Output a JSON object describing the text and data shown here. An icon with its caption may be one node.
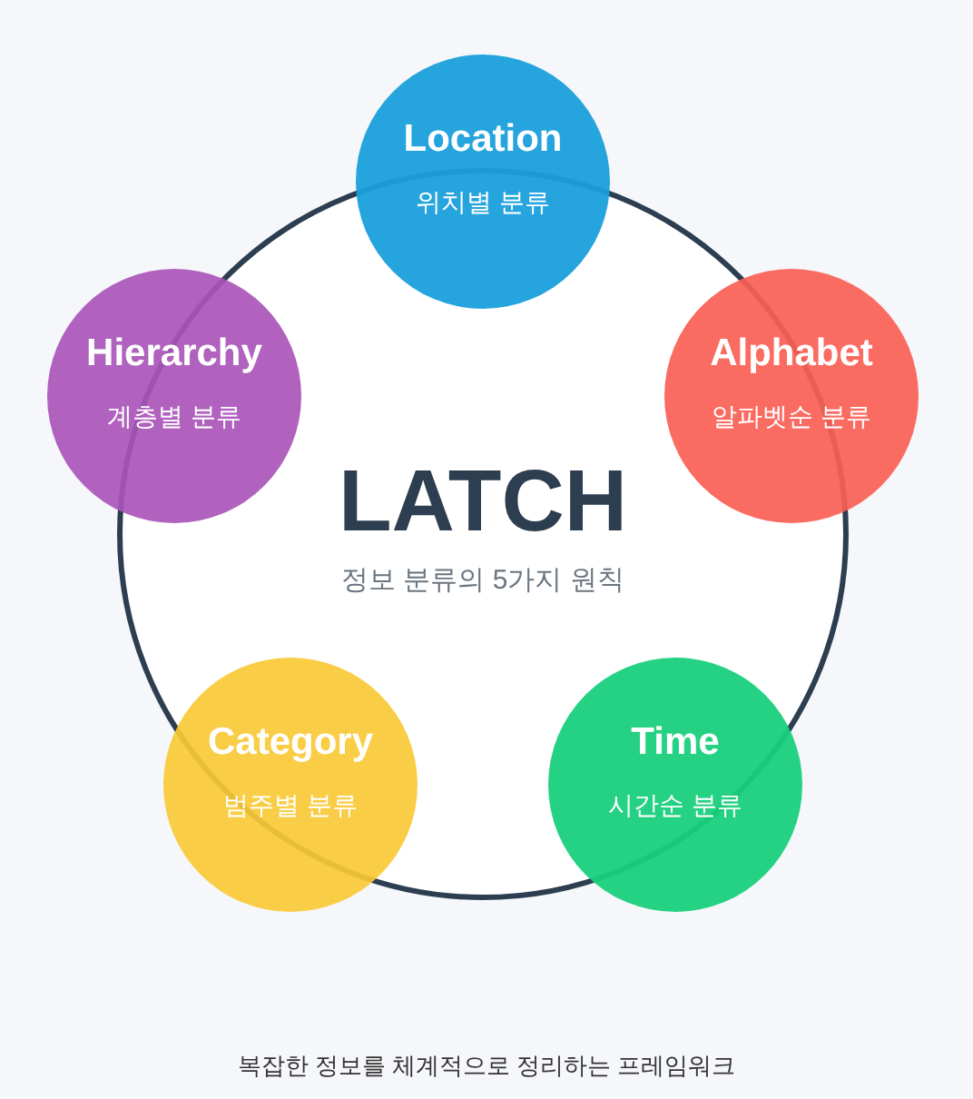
{
  "diagram": {
    "caption": "복잡한 정보를 체계적으로 정리하는 프레임워크",
    "nodes": [
      {
        "text": [
          "LATCH",
          "정보 분류의 5가지 원칙"
        ]
      },
      {
        "text": [
          "Location",
          "위치별 분류"
        ]
      },
      {
        "text": [
          "Hierarchy",
          "계층별 분류"
        ]
      },
      {
        "text": [
          "Alphabet",
          "알파벳순 분류"
        ]
      },
      {
        "text": [
          "Category",
          "범주별 분류"
        ]
      },
      {
        "text": [
          "Time",
          "시간순 분류"
        ]
      }
    ],
    "edges": []
  }
}
